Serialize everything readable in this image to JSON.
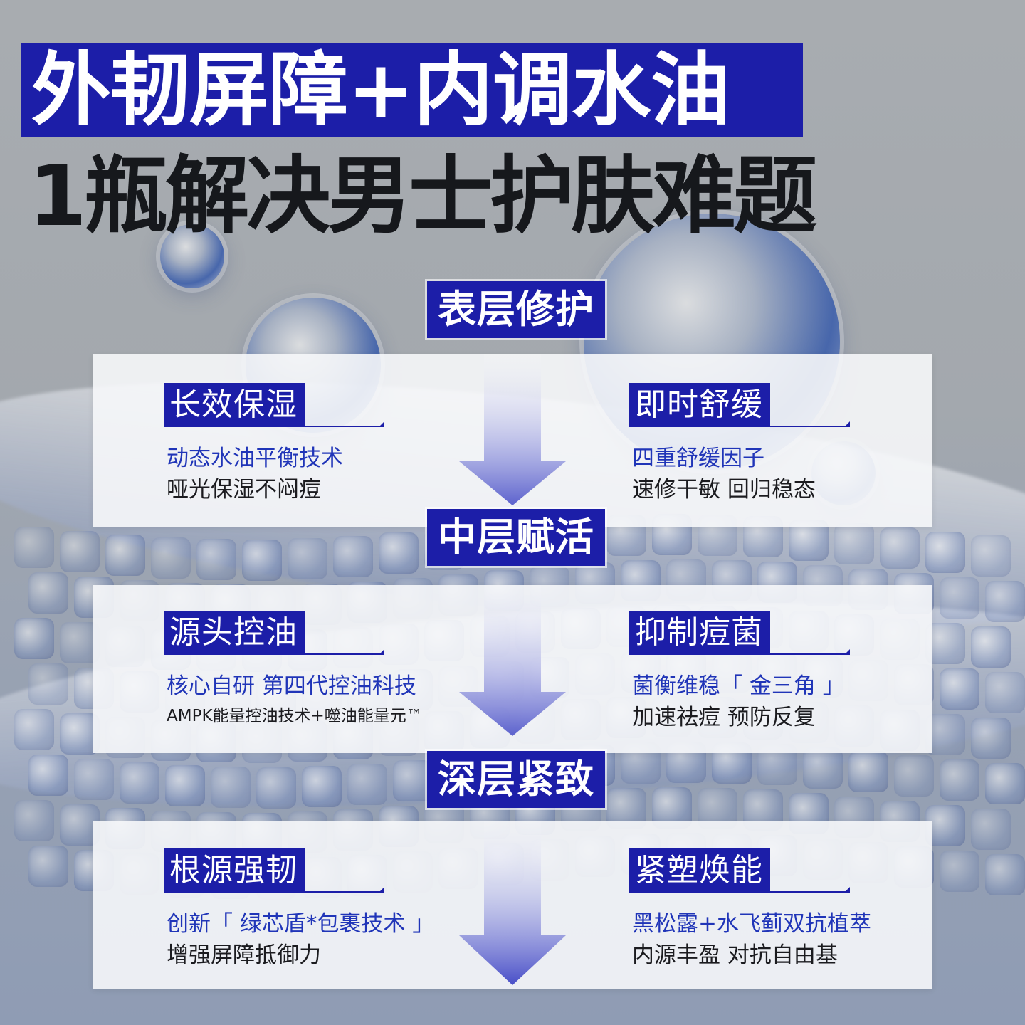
{
  "headline": {
    "line1": "外韧屏障+内调水油",
    "line2": "1瓶解决男士护肤难题"
  },
  "layers": [
    {
      "badge": "表层修护",
      "left": {
        "title": "长效保湿",
        "line1": "动态水油平衡技术",
        "line2": "哑光保湿不闷痘"
      },
      "right": {
        "title": "即时舒缓",
        "line1": "四重舒缓因子",
        "line2": "速修干敏 回归稳态"
      }
    },
    {
      "badge": "中层赋活",
      "left": {
        "title": "源头控油",
        "line1": "核心自研 第四代控油科技",
        "line2": "AMPK能量控油技术+噬油能量元™"
      },
      "right": {
        "title": "抑制痘菌",
        "line1": "菌衡维稳「 金三角 」",
        "line2": "加速祛痘 预防反复"
      }
    },
    {
      "badge": "深层紧致",
      "left": {
        "title": "根源强韧",
        "line1": "创新「 绿芯盾*包裹技术 」",
        "line2": "增强屏障抵御力"
      },
      "right": {
        "title": "紧塑焕能",
        "line1": "黑松露+水飞蓟双抗植萃",
        "line2": "内源丰盈 对抗自由基"
      }
    }
  ],
  "colors": {
    "brand_blue": "#1c1ea8",
    "accent_text_blue": "#2035b8",
    "dark_text": "#16181c"
  }
}
